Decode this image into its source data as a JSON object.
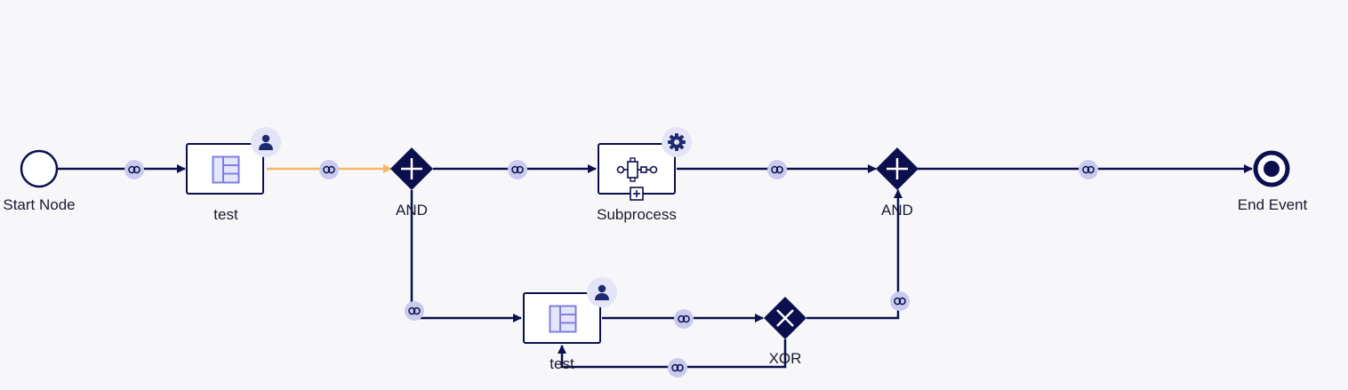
{
  "colors": {
    "background": "#f7f7fa",
    "line": "#0b0f4e",
    "active_line": "#f5b860",
    "link_dot": "#c9caee",
    "badge": "#e3e4f5",
    "task_icon": "#7c7fe0"
  },
  "nodes": {
    "start": {
      "label": "Start Node",
      "icon": "start-event-circle"
    },
    "task1": {
      "label": "test",
      "icon": "form-icon",
      "badge_icon": "user-icon"
    },
    "and_split": {
      "label": "AND",
      "icon": "plus-icon"
    },
    "subprocess": {
      "label": "Subprocess",
      "icon": "subprocess-flow-icon",
      "badge_icon": "gear-icon",
      "marker": "expand-plus-icon"
    },
    "and_join": {
      "label": "AND",
      "icon": "plus-icon"
    },
    "end": {
      "label": "End Event",
      "icon": "end-event-circle"
    },
    "task2": {
      "label": "test",
      "icon": "form-icon",
      "badge_icon": "user-icon"
    },
    "xor": {
      "label": "XOR",
      "icon": "x-icon"
    }
  },
  "links": [
    {
      "from": "start",
      "to": "task1",
      "icon": "link-icon"
    },
    {
      "from": "task1",
      "to": "and_split",
      "icon": "link-icon",
      "highlighted": true
    },
    {
      "from": "and_split",
      "to": "subprocess",
      "icon": "link-icon"
    },
    {
      "from": "subprocess",
      "to": "and_join",
      "icon": "link-icon"
    },
    {
      "from": "and_join",
      "to": "end",
      "icon": "link-icon"
    },
    {
      "from": "and_split",
      "to": "task2",
      "icon": "link-icon"
    },
    {
      "from": "task2",
      "to": "xor",
      "icon": "link-icon"
    },
    {
      "from": "xor",
      "to": "and_join",
      "icon": "link-icon"
    },
    {
      "from": "xor",
      "to": "task2",
      "icon": "link-icon"
    }
  ]
}
